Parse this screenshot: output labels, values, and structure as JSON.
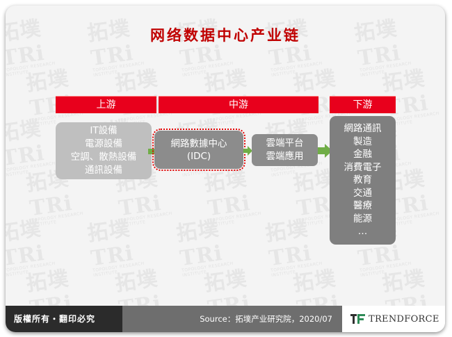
{
  "title": "网络数据中心产业链",
  "stages": [
    {
      "label": "上游"
    },
    {
      "label": "中游"
    },
    {
      "label": "下游"
    }
  ],
  "upstream": {
    "lines": [
      "IT設備",
      "電源設備",
      "空調、散熱設備",
      "通訊設備"
    ]
  },
  "idc": {
    "lines": [
      "網路數據中心",
      "(IDC)"
    ]
  },
  "cloud": {
    "lines": [
      "雲端平台",
      "雲端應用"
    ]
  },
  "downstream": {
    "lines": [
      "網路通訊",
      "製造",
      "金融",
      "消費電子",
      "教育",
      "交通",
      "醫療",
      "能源",
      "…"
    ]
  },
  "footer": {
    "rights": "版權所有・翻印必究",
    "source": "Source：拓墣产业研究院，2020/07",
    "brand": "TRENDFORCE"
  },
  "watermark": {
    "mark": "拓墣TRi",
    "sub": "TOPOLOGY RESEARCH INSTITUTE"
  },
  "colors": {
    "accent": "#e8001c",
    "title": "#c00000",
    "arrow": "#70ad47"
  }
}
